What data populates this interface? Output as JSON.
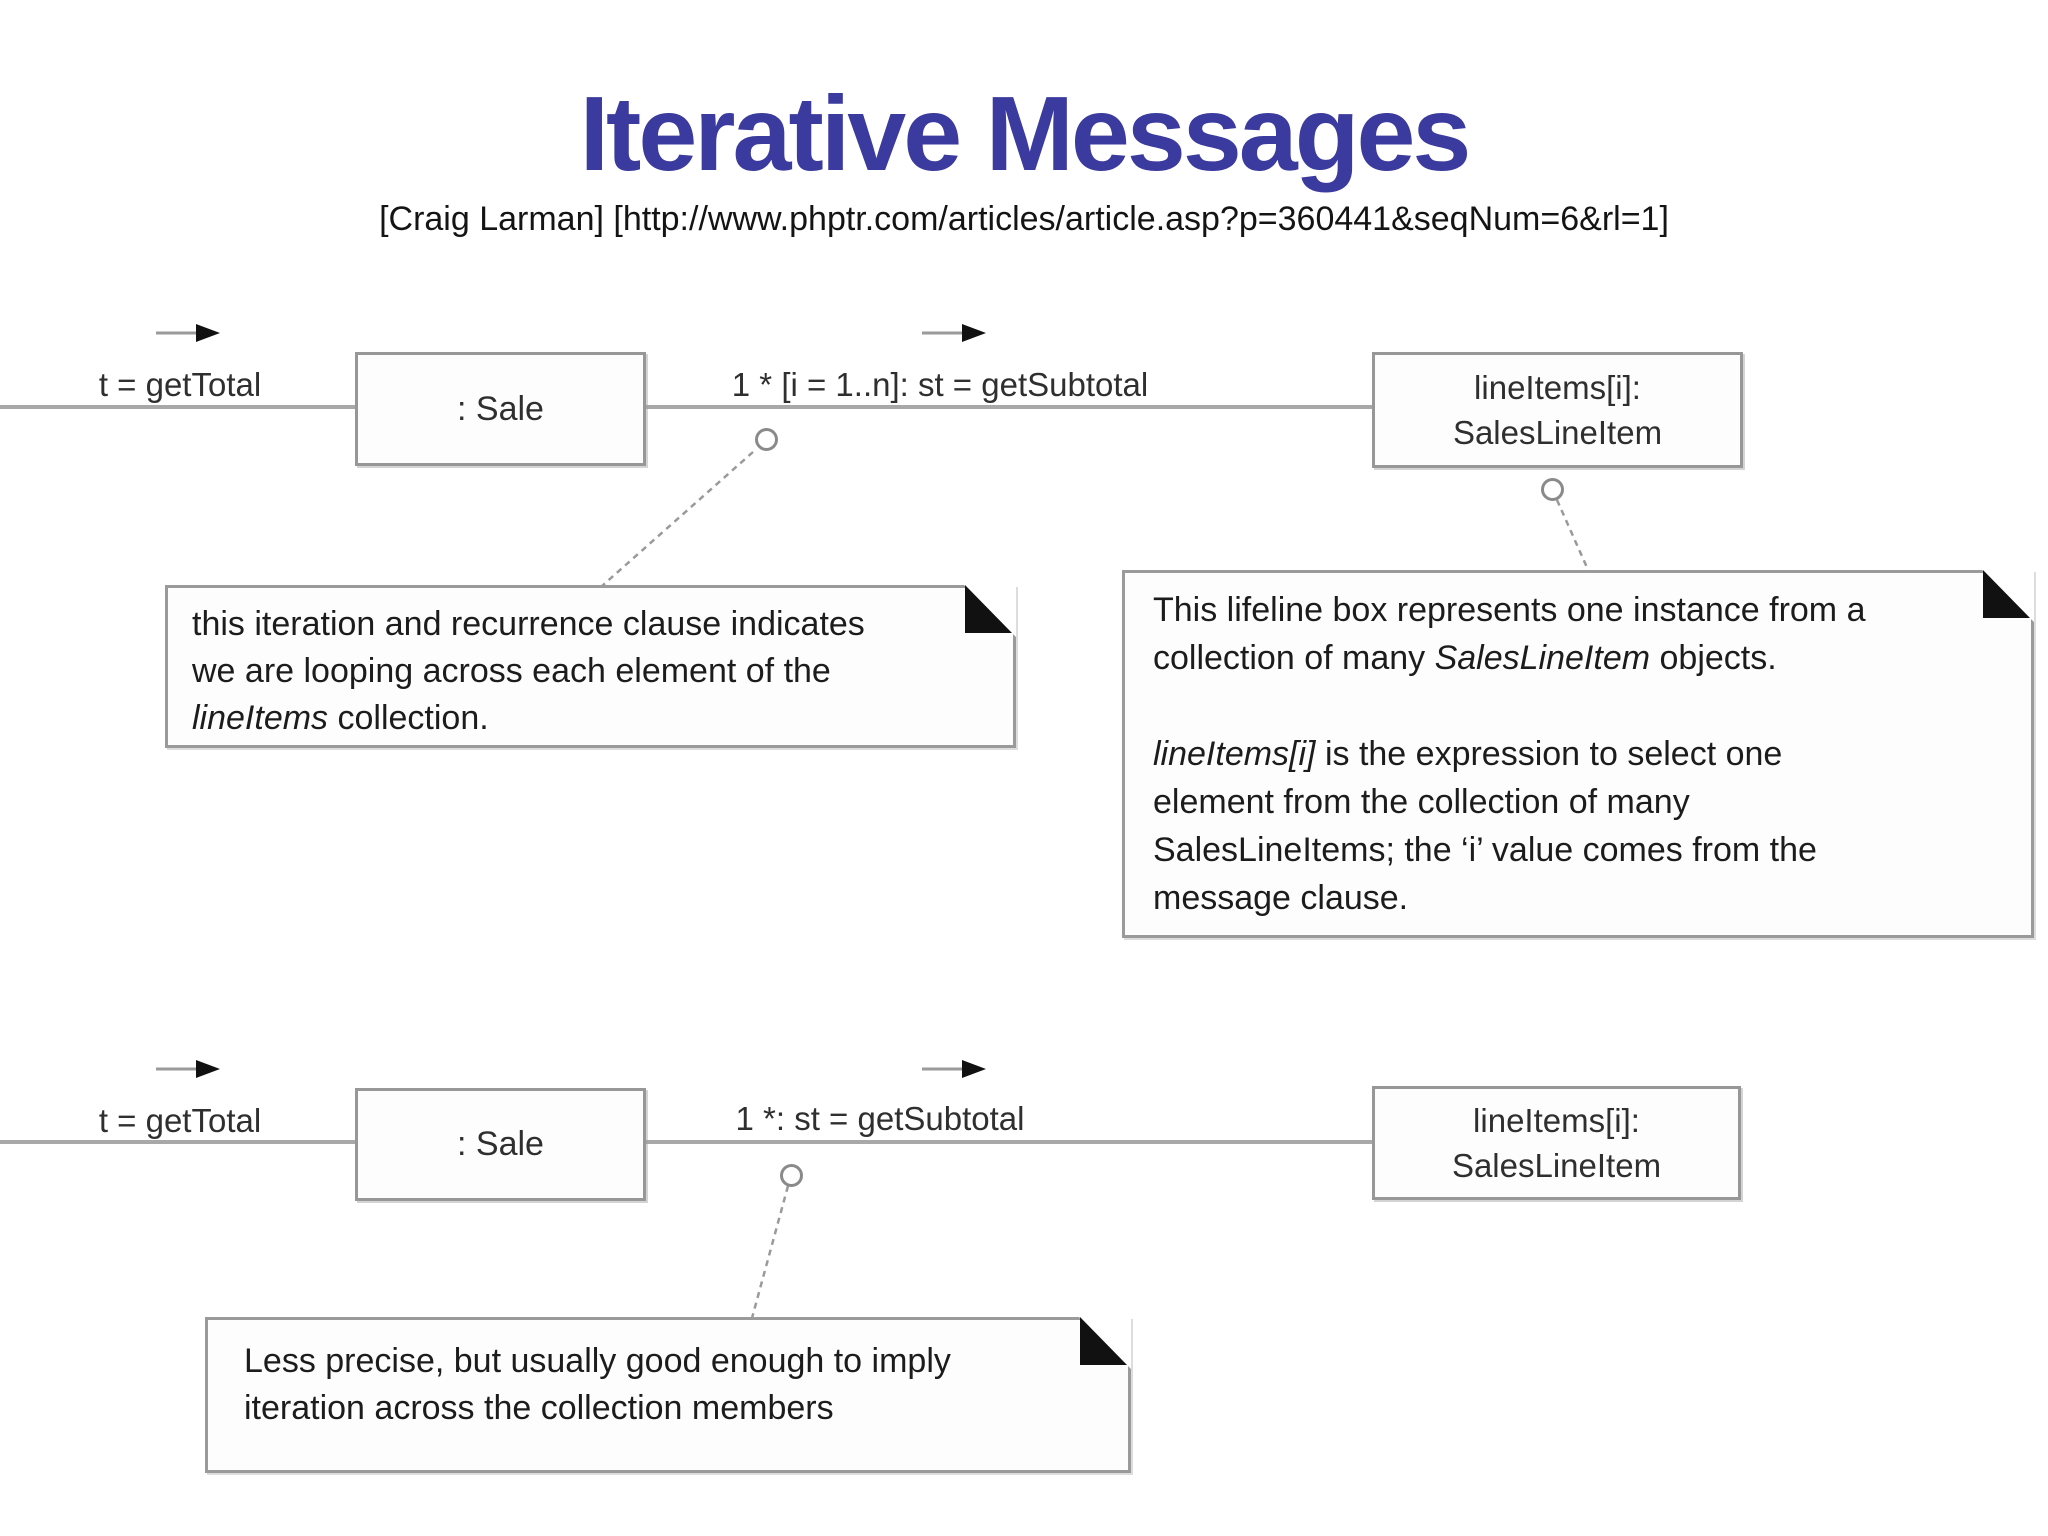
{
  "slide": {
    "title": "Iterative Messages",
    "subtitle": "[Craig Larman] [http://www.phptr.com/articles/article.asp?p=360441&seqNum=6&rl=1]"
  },
  "colors": {
    "title_text": "#3a3a9f",
    "diagram_line": "#a8a8a8",
    "box_border": "#979797",
    "note_fold": "#111111",
    "body_text": "#1c1c1c"
  },
  "icons": {
    "message_arrow": "arrow-right-icon",
    "note_anchor": "circle-icon"
  },
  "top_diagram": {
    "msg_left": "t = getTotal",
    "obj_sale": ": Sale",
    "msg_mid": "1 * [i = 1..n]: st = getSubtotal",
    "obj_items_l1": "lineItems[i]:",
    "obj_items_l2": "SalesLineItem",
    "note_left": {
      "l1": "this iteration and recurrence clause indicates",
      "l2": "we are looping across each element of the",
      "l3_italic": "lineItems",
      "l3_rest": " collection."
    },
    "note_right": {
      "l1": "This lifeline box represents one instance from a",
      "l2a": "collection of many ",
      "l2b_italic": "SalesLineItem",
      "l2c": " objects.",
      "l4a_italic": "lineItems[i]",
      "l4b": " is the expression to select one",
      "l5": "element from the collection of many",
      "l6": "SalesLineItems; the ‘i’ value comes from the",
      "l7": "message clause."
    }
  },
  "bottom_diagram": {
    "msg_left": "t = getTotal",
    "obj_sale": ": Sale",
    "msg_mid": "1 *: st = getSubtotal",
    "obj_items_l1": "lineItems[i]:",
    "obj_items_l2": "SalesLineItem",
    "note": {
      "l1": "Less precise, but usually good enough to imply",
      "l2": "iteration across the collection members"
    }
  }
}
